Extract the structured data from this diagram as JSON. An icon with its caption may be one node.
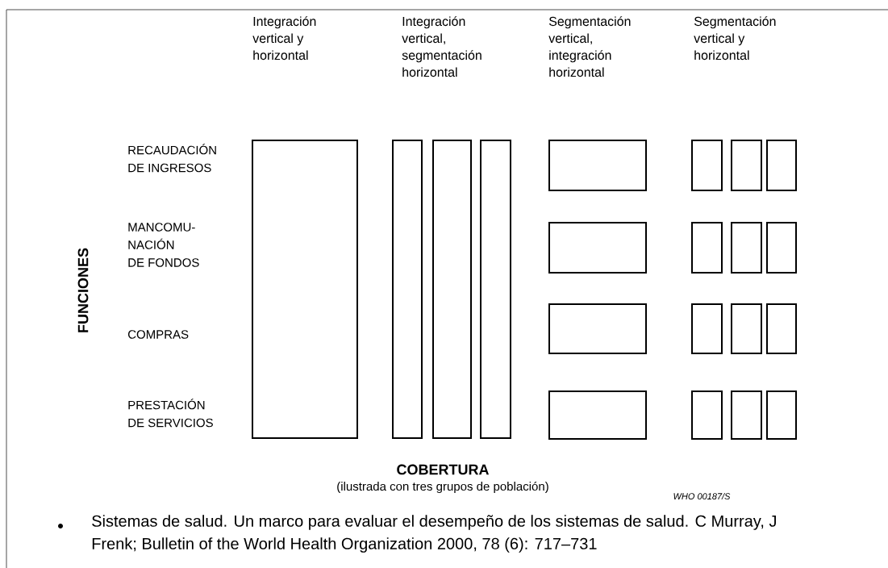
{
  "diagram": {
    "nodes": [
      {
        "text": [],
        "shape": "box"
      },
      {
        "text": [],
        "shape": "box"
      },
      {
        "text": [],
        "shape": "box"
      },
      {
        "text": [],
        "shape": "box"
      },
      {
        "text": [],
        "shape": "box"
      },
      {
        "text": [],
        "shape": "box"
      },
      {
        "text": [],
        "shape": "box"
      },
      {
        "text": [],
        "shape": "box"
      },
      {
        "text": [],
        "shape": "box"
      },
      {
        "text": [],
        "shape": "box"
      },
      {
        "text": [],
        "shape": "box"
      },
      {
        "text": [],
        "shape": "box"
      },
      {
        "text": [],
        "shape": "box"
      },
      {
        "text": [],
        "shape": "box"
      },
      {
        "text": [],
        "shape": "box"
      },
      {
        "text": [],
        "shape": "box"
      },
      {
        "text": [],
        "shape": "box"
      },
      {
        "text": [],
        "shape": "box"
      },
      {
        "text": [],
        "shape": "box"
      },
      {
        "text": [],
        "shape": "box"
      }
    ],
    "labels": [
      "Integración vertical y horizontal",
      "Integración vertical, segmentación horizontal",
      "Segmentación vertical, integración horizontal",
      "Segmentación vertical y horizontal",
      "RECAUDACIÓN DE INGRESOS",
      "MANCOMU- NACIÓN DE FONDOS",
      "COMPRAS",
      "PRESTACIÓN DE SERVICIOS",
      "FUNCIONES",
      "COBERTURA",
      "(ilustrada con tres grupos de población)",
      "WHO 00187/S"
    ],
    "caption": "Sistemas de salud. Un marco para evaluar el desempeño de los sistemas de salud. C Murray, J Frenk; Bulletin of the World Health Organization 2000, 78 (6): 717–731"
  }
}
